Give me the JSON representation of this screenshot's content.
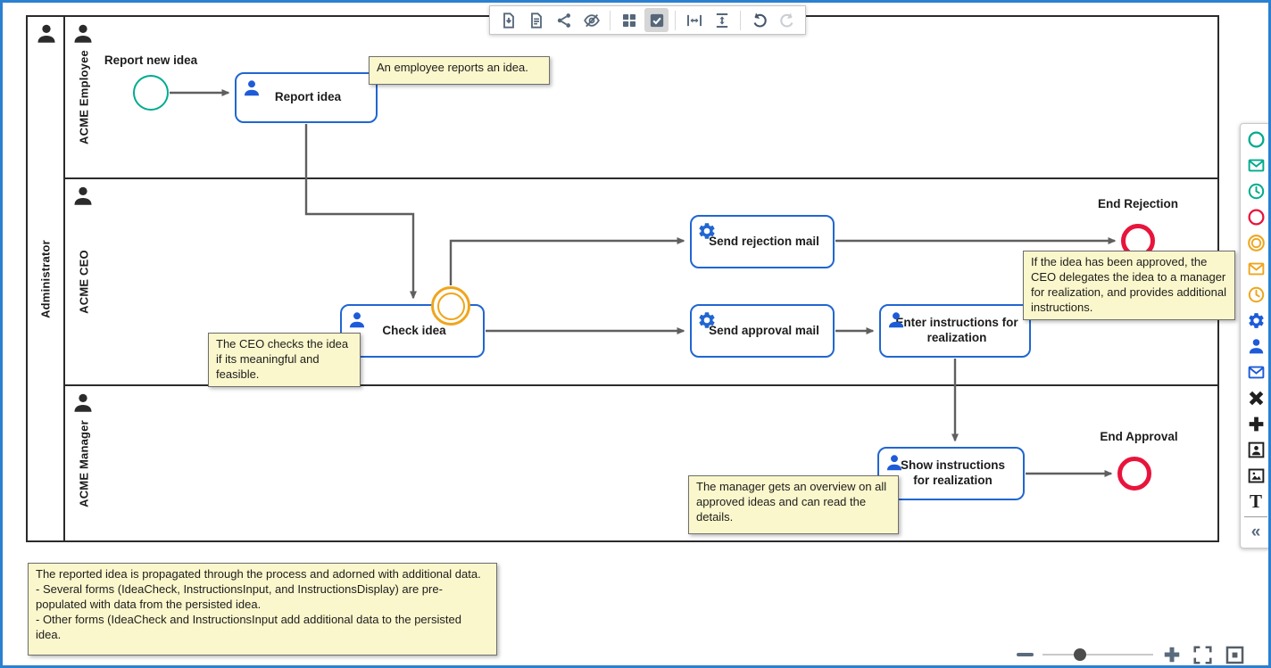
{
  "toolbar": {
    "buttons": [
      "export-file",
      "document",
      "share",
      "hide-preview",
      "grid-layout",
      "multi-select",
      "fit-width",
      "fit-height",
      "undo",
      "redo"
    ],
    "active_button": "multi-select",
    "disabled_button": "redo"
  },
  "palette": {
    "items": [
      "start-event",
      "message-start-event",
      "timer-start-event",
      "end-event",
      "intermediate-event",
      "message-intermediate-event",
      "timer-intermediate-event",
      "service-task",
      "user-task",
      "send-task",
      "exclusive-gateway",
      "parallel-gateway",
      "participant",
      "image",
      "text-annotation"
    ],
    "text_tool_label": "T",
    "collapse_label": "«"
  },
  "pool": {
    "label": "Administrator",
    "lanes": [
      "ACME Employee",
      "ACME CEO",
      "ACME Manager"
    ]
  },
  "diagram": {
    "events": {
      "start": {
        "label": "Report new idea",
        "type": "start"
      },
      "boundary": {
        "label": "",
        "type": "intermediate-boundary"
      },
      "end_rejection": {
        "label": "End Rejection",
        "type": "end"
      },
      "end_approval": {
        "label": "End Approval",
        "type": "end"
      }
    },
    "tasks": [
      {
        "label": "Report idea",
        "type": "user"
      },
      {
        "label": "Check idea",
        "type": "user"
      },
      {
        "label": "Send rejection mail",
        "type": "service"
      },
      {
        "label": "Send approval mail",
        "type": "service"
      },
      {
        "label": "Enter instructions for realization",
        "type": "user"
      },
      {
        "label": "Show instructions for realization",
        "type": "user"
      }
    ],
    "annotations": [
      {
        "text": "An employee reports an idea."
      },
      {
        "text": "The CEO checks the idea if its meaningful and feasible."
      },
      {
        "text": "If the idea has been approved, the CEO delegates the idea to a manager for realization, and provides additional instructions."
      },
      {
        "text": "The manager gets an overview on all approved ideas and can read the details."
      },
      {
        "text": "The reported idea is propagated through the process and adorned with additional data.\n- Several forms (IdeaCheck, InstructionsInput, and InstructionsDisplay) are pre-populated with data from the persisted idea.\n- Other forms (IdeaCheck and InstructionsInput add additional data to the persisted idea."
      }
    ]
  },
  "colors": {
    "frame_blue": "#2b80cf",
    "task_border_blue": "#2166d1",
    "event_green": "#00ab8e",
    "event_orange": "#efa51c",
    "event_red": "#e8143c",
    "annotation_bg": "#fbf7cc",
    "toolbar_icon": "#56677b"
  }
}
